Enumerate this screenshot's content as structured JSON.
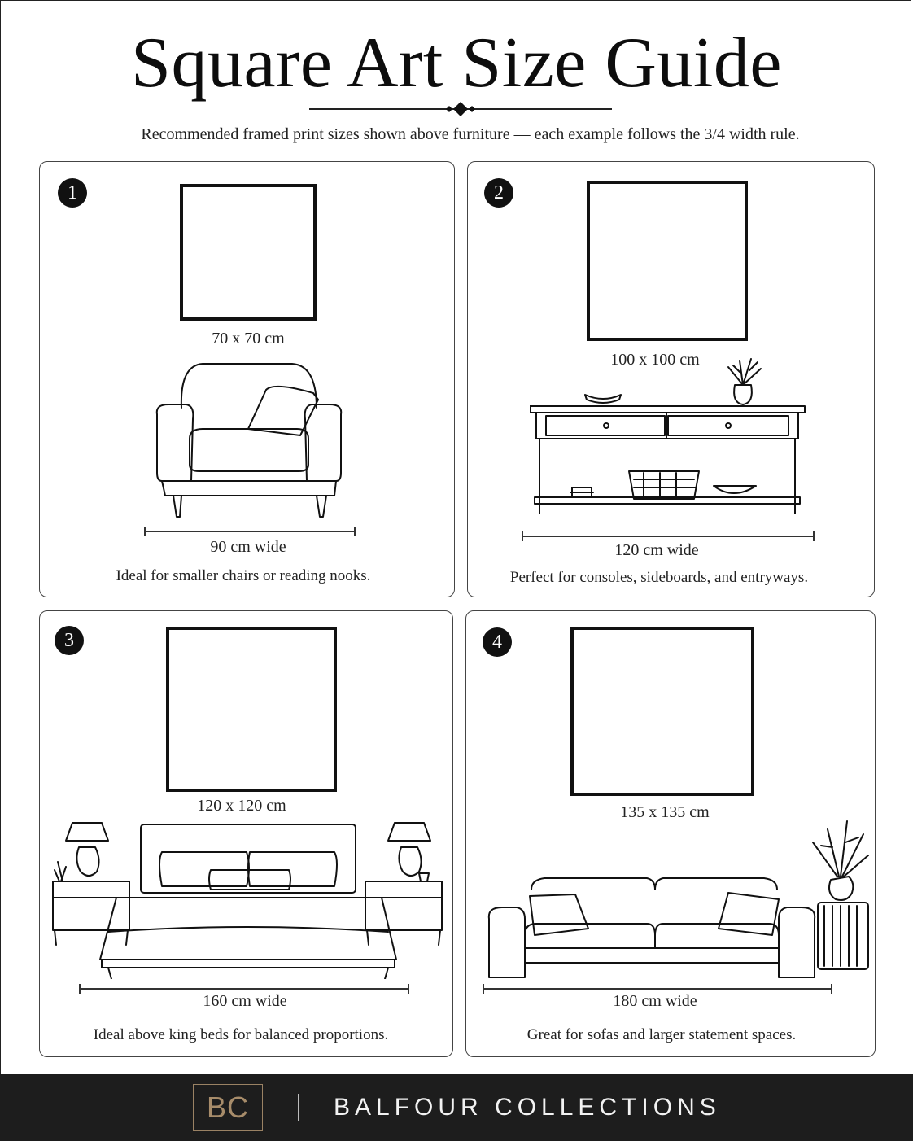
{
  "title": "Square Art Size Guide",
  "subtitle": "Recommended framed print sizes shown above furniture — each example follows the 3/4 width rule.",
  "panels": [
    {
      "number": "1",
      "art_size": "70 x 70 cm",
      "furniture": "armchair",
      "width_label": "90 cm wide",
      "caption": "Ideal for smaller chairs or reading nooks."
    },
    {
      "number": "2",
      "art_size": "100 x 100 cm",
      "furniture": "console table",
      "width_label": "120 cm wide",
      "caption": "Perfect for consoles, sideboards, and entryways."
    },
    {
      "number": "3",
      "art_size": "120 x 120 cm",
      "furniture": "king bed with nightstands",
      "width_label": "160 cm wide",
      "caption": "Ideal above king beds for balanced proportions."
    },
    {
      "number": "4",
      "art_size": "135 x 135 cm",
      "furniture": "sofa with side table",
      "width_label": "180 cm wide",
      "caption": "Great for sofas and larger statement spaces."
    }
  ],
  "footer": {
    "logo": "BC",
    "brand": "BALFOUR COLLECTIONS"
  },
  "colors": {
    "ink": "#111111",
    "footer_bg": "#1d1d1d",
    "logo_gold": "#a78c6a"
  }
}
